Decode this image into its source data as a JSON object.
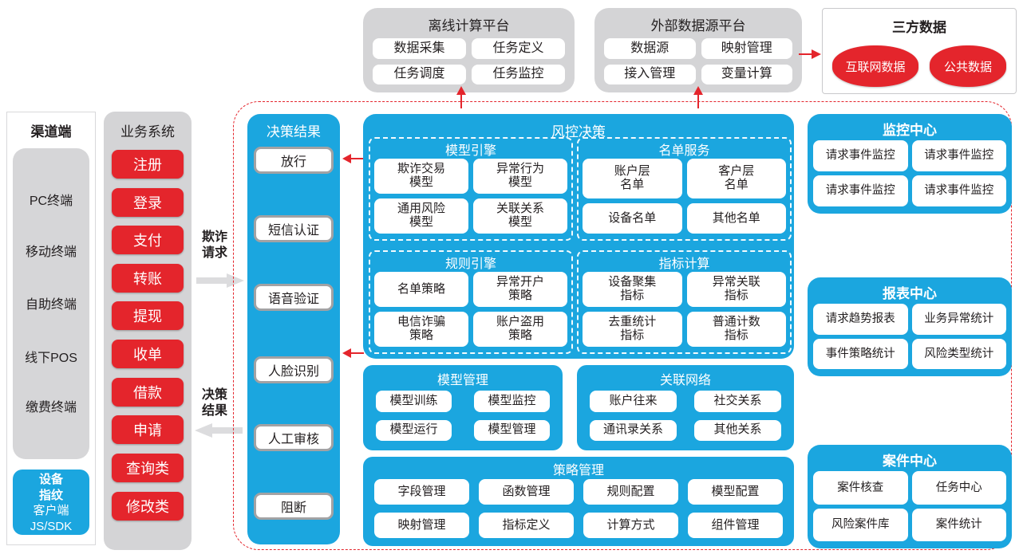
{
  "colors": {
    "blue": "#1BA6DF",
    "red": "#E4252C",
    "panel_gray": "#D4D4D6"
  },
  "top_platforms": [
    {
      "title": "离线计算平台",
      "items": [
        "数据采集",
        "任务定义",
        "任务调度",
        "任务监控"
      ]
    },
    {
      "title": "外部数据源平台",
      "items": [
        "数据源",
        "映射管理",
        "接入管理",
        "变量计算"
      ]
    }
  ],
  "third_party": {
    "title": "三方数据",
    "items": [
      "互联网数据",
      "公共数据"
    ]
  },
  "channel": {
    "title": "渠道端",
    "terminals": [
      "PC终端",
      "移动终端",
      "自助终端",
      "线下POS",
      "缴费终端"
    ],
    "device_box": {
      "line1": "设备",
      "line2": "指纹",
      "line3": "客户端",
      "line4": "JS/SDK"
    }
  },
  "business": {
    "title": "业务系统",
    "items": [
      "注册",
      "登录",
      "支付",
      "转账",
      "提现",
      "收单",
      "借款",
      "申请",
      "查询类",
      "修改类"
    ]
  },
  "flows": {
    "fraud_request": "欺诈\n请求",
    "decision_result": "决策\n结果"
  },
  "decision_column": {
    "title": "决策结果",
    "actions": [
      "放行",
      "短信认证",
      "语音验证",
      "人脸识别",
      "人工审核",
      "阻断"
    ]
  },
  "risk_decision": {
    "title": "风控决策",
    "sections": [
      {
        "title": "模型引擎",
        "items": [
          "欺诈交易\n模型",
          "异常行为\n模型",
          "通用风险\n模型",
          "关联关系\n模型"
        ]
      },
      {
        "title": "名单服务",
        "items": [
          "账户层\n名单",
          "客户层\n名单",
          "设备名单",
          "其他名单"
        ]
      },
      {
        "title": "规则引擎",
        "items": [
          "名单策略",
          "异常开户\n策略",
          "电信诈骗\n策略",
          "账户盗用\n策略"
        ]
      },
      {
        "title": "指标计算",
        "items": [
          "设备聚集\n指标",
          "异常关联\n指标",
          "去重统计\n指标",
          "普通计数\n指标"
        ]
      }
    ]
  },
  "model_mgmt": {
    "title": "模型管理",
    "items": [
      "模型训练",
      "模型监控",
      "模型运行",
      "模型管理"
    ]
  },
  "assoc_network": {
    "title": "关联网络",
    "items": [
      "账户往来",
      "社交关系",
      "通讯录关系",
      "其他关系"
    ]
  },
  "strategy_mgmt": {
    "title": "策略管理",
    "items": [
      "字段管理",
      "函数管理",
      "规则配置",
      "模型配置",
      "映射管理",
      "指标定义",
      "计算方式",
      "组件管理"
    ]
  },
  "centers": [
    {
      "title": "监控中心",
      "items": [
        "请求事件监控",
        "请求事件监控",
        "请求事件监控",
        "请求事件监控"
      ]
    },
    {
      "title": "报表中心",
      "items": [
        "请求趋势报表",
        "业务异常统计",
        "事件策略统计",
        "风险类型统计"
      ]
    },
    {
      "title": "案件中心",
      "items": [
        "案件核查",
        "任务中心",
        "风险案件库",
        "案件统计"
      ]
    }
  ]
}
